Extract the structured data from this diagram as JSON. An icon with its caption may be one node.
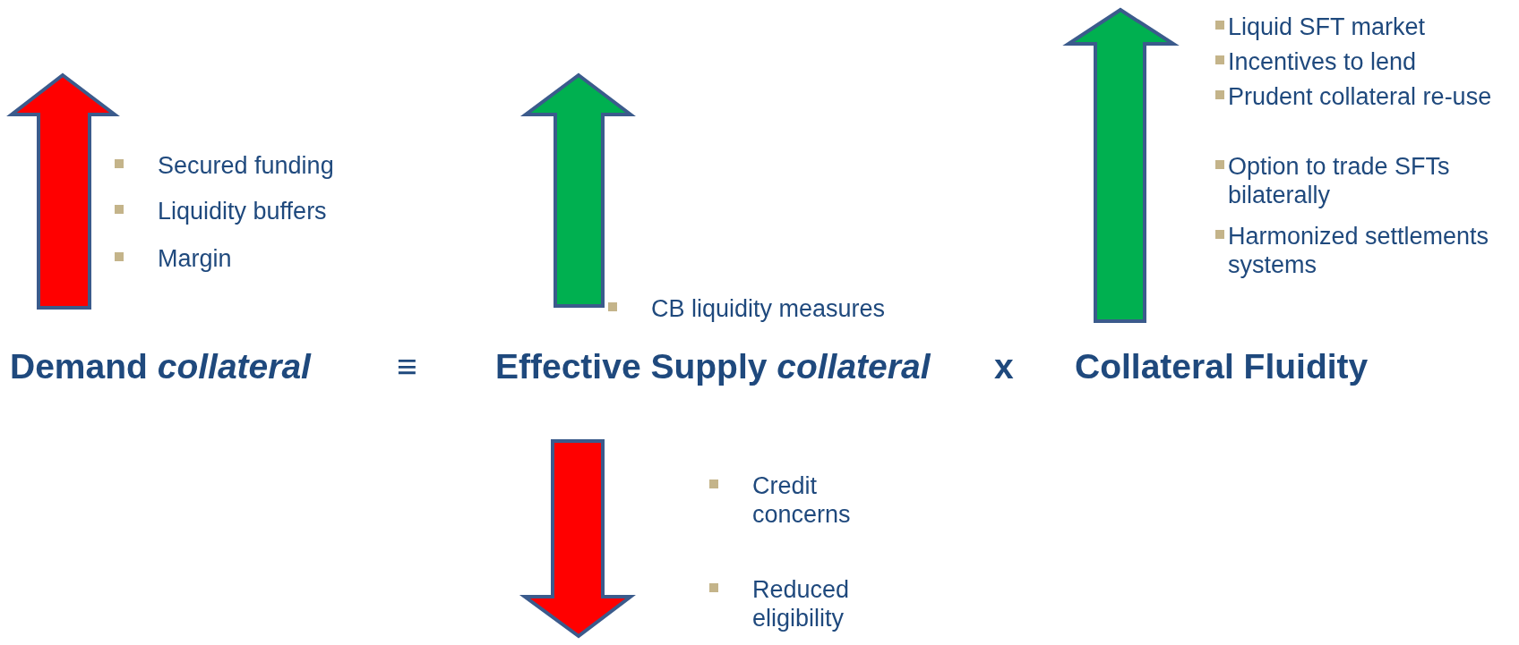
{
  "diagram": {
    "labels": [
      "Liquid SFT market",
      "Incentives to lend",
      "Prudent collateral re-use",
      "Option to trade SFTs bilaterally",
      "Harmonized settlements systems",
      "Secured funding",
      "Liquidity buffers",
      "Margin",
      "CB liquidity measures",
      "Demand *collateral*",
      "≡",
      "Effective Supply *collateral*",
      "x",
      "Collateral Fluidity",
      "Credit concerns",
      "Reduced eligibility"
    ]
  }
}
